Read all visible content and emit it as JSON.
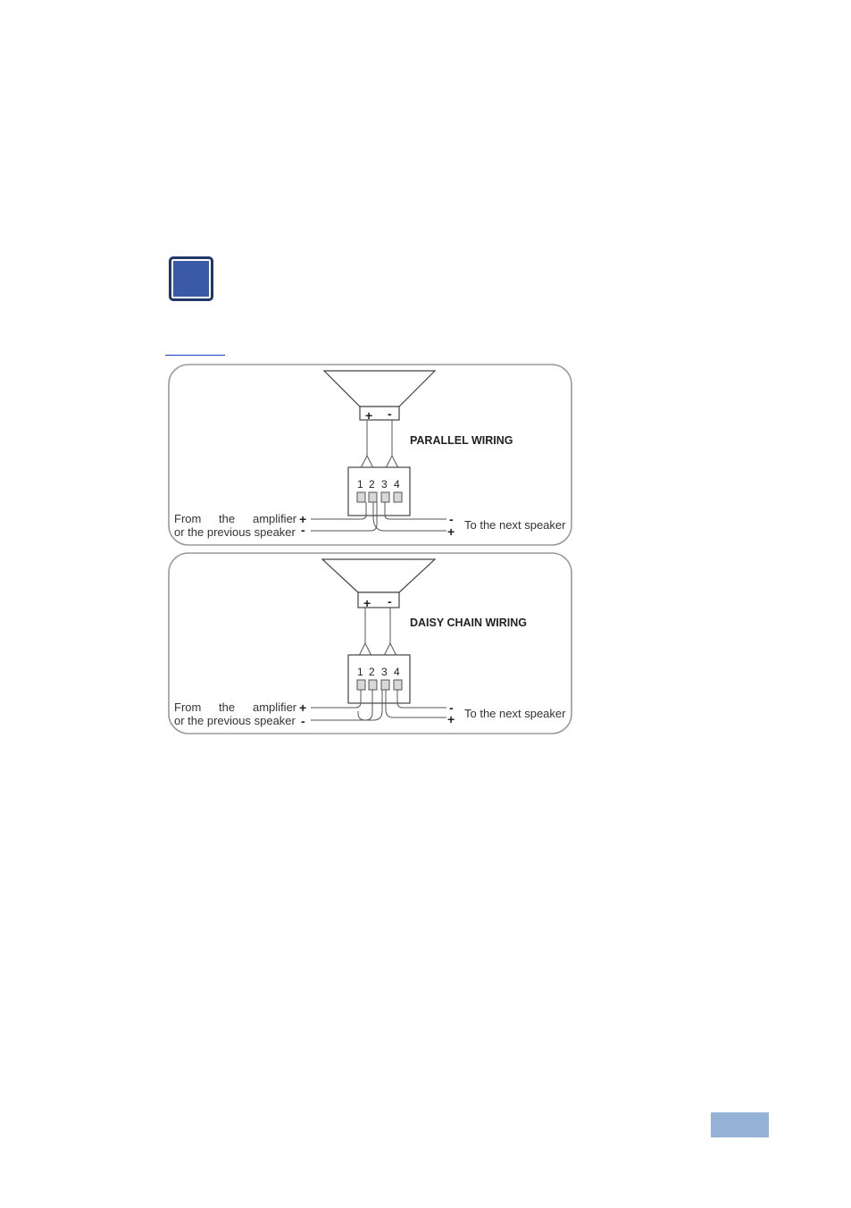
{
  "panels": [
    {
      "title": "PARALLEL WIRING",
      "terminals": [
        "1",
        "2",
        "3",
        "4"
      ],
      "speaker_plus": "+",
      "speaker_minus": "-",
      "left_label_line1_word1": "From",
      "left_label_line1_word2": "the",
      "left_label_line1_word3": "amplifier",
      "left_label_line2": "or the previous speaker",
      "left_plus": "+",
      "left_minus": "-",
      "right_minus": "-",
      "right_plus": "+",
      "right_label": "To the next speaker"
    },
    {
      "title": "DAISY CHAIN WIRING",
      "terminals": [
        "1",
        "2",
        "3",
        "4"
      ],
      "speaker_plus": "+",
      "speaker_minus": "-",
      "left_label_line1_word1": "From",
      "left_label_line1_word2": "the",
      "left_label_line1_word3": "amplifier",
      "left_label_line2": "or the previous speaker",
      "left_plus": "+",
      "left_minus": "-",
      "right_minus": "-",
      "right_plus": "+",
      "right_label": "To the next speaker"
    }
  ],
  "colors": {
    "note_icon": "#3a5aa8",
    "link": "#1a3cc8",
    "page_tab": "#95b3d7"
  }
}
